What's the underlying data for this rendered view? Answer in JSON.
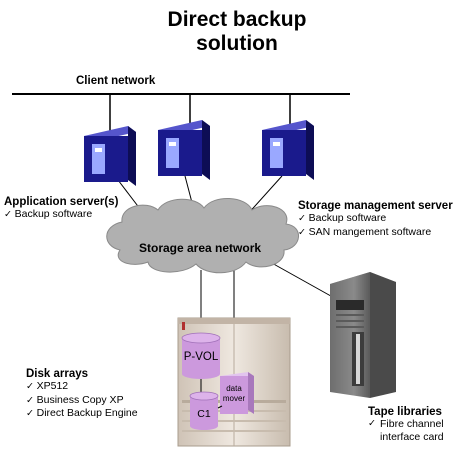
{
  "title": {
    "line1": "Direct backup",
    "line2": "solution"
  },
  "client_network": {
    "label": "Client network"
  },
  "application_servers": {
    "title": "Application server(s)",
    "items": [
      "Backup software"
    ]
  },
  "storage_management_server": {
    "title": "Storage management server",
    "items": [
      "Backup software",
      "SAN mangement software"
    ]
  },
  "san": {
    "label": "Storage area network"
  },
  "disk_arrays": {
    "title": "Disk arrays",
    "items": [
      "XP512",
      "Business Copy XP",
      "Direct Backup Engine"
    ],
    "pvol": "P-VOL",
    "c1": "C1",
    "data_mover_line1": "data",
    "data_mover_line2": "mover"
  },
  "tape_libraries": {
    "title": "Tape libraries",
    "items": [
      "Fibre channel interface card"
    ]
  },
  "colors": {
    "server_blue": "#1a1a8c",
    "cloud_grey": "#b0b0b0",
    "cabinet": "#ddd2c6",
    "volume_purple": "#cc99dd"
  }
}
